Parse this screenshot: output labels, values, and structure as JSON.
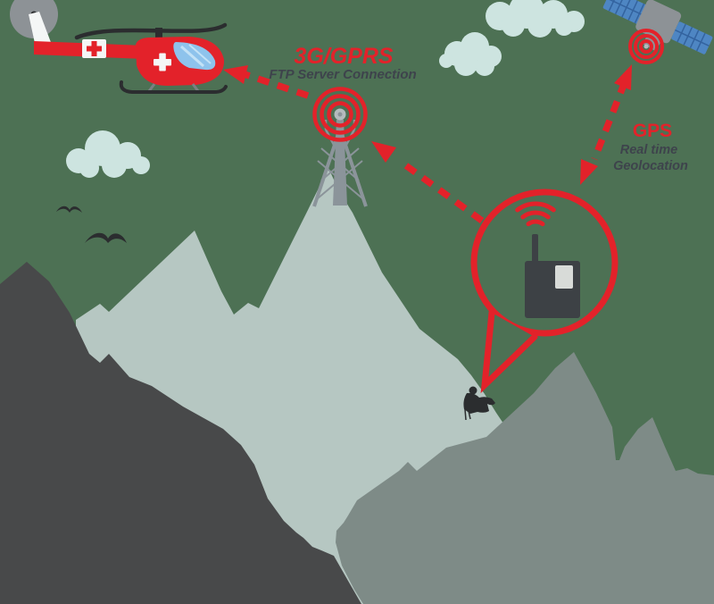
{
  "labels": {
    "cellular": {
      "title": "3G/GPRS",
      "subtitle": "FTP Server Connection"
    },
    "gps": {
      "title": "GPS",
      "line1": "Real time",
      "line2": "Geolocation"
    }
  },
  "icons": [
    "rescue-helicopter-icon",
    "radio-tower-icon",
    "gps-satellite-icon",
    "speech-bubble",
    "gps-beacon-icon",
    "wifi-waves-icon",
    "climber-icon",
    "cloud-icon",
    "bird-icon",
    "medical-cross-icon",
    "signal-rings-icon"
  ],
  "nodes": [
    {
      "id": "helicopter",
      "name": "rescue-helicopter"
    },
    {
      "id": "cell-tower",
      "name": "radio-tower"
    },
    {
      "id": "satellite",
      "name": "gps-satellite"
    },
    {
      "id": "beacon",
      "name": "gps-beacon-device"
    },
    {
      "id": "climber",
      "name": "climber"
    }
  ],
  "connections": [
    {
      "from": "cell-tower",
      "to": "helicopter",
      "style": "dashed-arrow"
    },
    {
      "from": "beacon",
      "to": "cell-tower",
      "style": "dashed-arrow"
    },
    {
      "from": "satellite",
      "to": "beacon",
      "style": "dashed-arrow-bidirectional"
    }
  ],
  "colors": {
    "background": "#4d7154",
    "red": "#e3222a",
    "dark_text": "#3e434c",
    "mountain_light": "#b6c7c2",
    "mountain_medium": "#7e8b87",
    "mountain_dark": "#48494a",
    "cloud": "#cde4e0",
    "tower_gray": "#8b949a",
    "ball_gray": "#b4bbbe",
    "silhouette": "#2b2d2f",
    "white": "#f4f6f6",
    "window_blue": "#8ec3ec",
    "window_streak": "#c3e2f6",
    "panel_blue": "#4e86c3",
    "panel_grid": "#33639f",
    "satellite_gray": "#8d9296",
    "device_dark": "#3d4145",
    "device_panel": "#d8dbd8",
    "skid": "#7b8083"
  }
}
